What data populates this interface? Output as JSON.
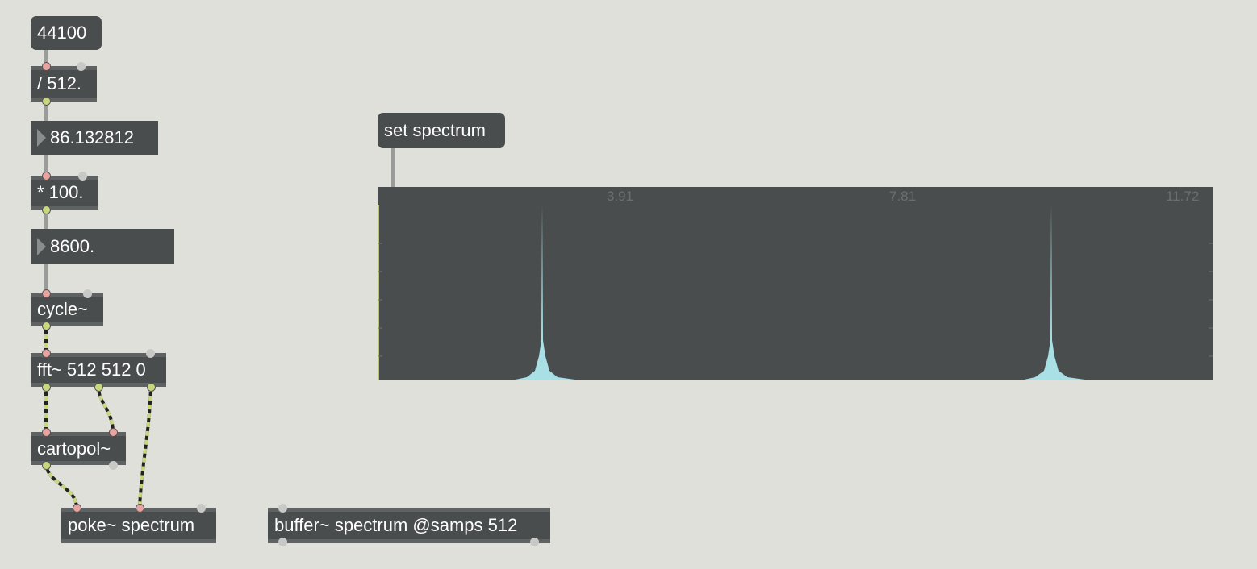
{
  "objects": {
    "msg_44100": "44100",
    "div": "/ 512.",
    "num_bin": "86.132812",
    "mul": "* 100.",
    "num_freq": "8600.",
    "cycle": "cycle~",
    "fft": "fft~ 512 512 0",
    "cartopol": "cartopol~",
    "poke": "poke~ spectrum",
    "buffer": "buffer~ spectrum @samps 512",
    "msg_set": "set spectrum"
  },
  "display": {
    "ticks": [
      "3.91",
      "7.81",
      "11.72"
    ]
  },
  "colors": {
    "background": "#dfe0da",
    "object": "#4a4d4d",
    "signal_patchcord": "#c8d77e",
    "control_patchcord": "#9a9c9a",
    "spectrum": "#a8e0e6"
  }
}
